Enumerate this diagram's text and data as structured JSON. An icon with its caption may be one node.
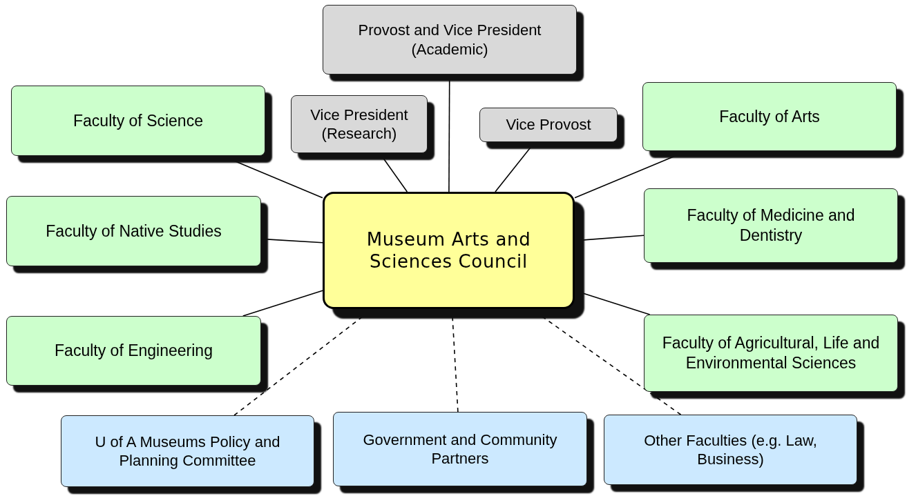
{
  "diagram": {
    "nodes": [
      {
        "text": [
          "Provost and Vice President (Academic)"
        ]
      },
      {
        "text": [
          "Faculty of Science"
        ]
      },
      {
        "text": [
          "Vice President (Research)"
        ]
      },
      {
        "text": [
          "Vice Provost"
        ]
      },
      {
        "text": [
          "Faculty of Arts"
        ]
      },
      {
        "text": [
          "Faculty of Native Studies"
        ]
      },
      {
        "text": [
          "Museum Arts and Sciences Council"
        ]
      },
      {
        "text": [
          "Faculty of Medicine and Dentistry"
        ]
      },
      {
        "text": [
          "Faculty of Engineering"
        ]
      },
      {
        "text": [
          "Faculty of Agricultural, Life and Environmental Sciences"
        ]
      },
      {
        "text": [
          "U of A Museums Policy and Planning Committee"
        ]
      },
      {
        "text": [
          "Government and Community Partners"
        ]
      },
      {
        "text": [
          "Other Faculties (e.g. Law, Business)"
        ]
      }
    ],
    "edges": [
      {
        "from": 0,
        "to": 6,
        "arrow": "none"
      },
      {
        "from": 1,
        "to": 6,
        "arrow": "none"
      },
      {
        "from": 2,
        "to": 6,
        "arrow": "none"
      },
      {
        "from": 3,
        "to": 6,
        "arrow": "none"
      },
      {
        "from": 4,
        "to": 6,
        "arrow": "none"
      },
      {
        "from": 5,
        "to": 6,
        "arrow": "none"
      },
      {
        "from": 7,
        "to": 6,
        "arrow": "none"
      },
      {
        "from": 8,
        "to": 6,
        "arrow": "none"
      },
      {
        "from": 9,
        "to": 6,
        "arrow": "none"
      },
      {
        "from": 10,
        "to": 6,
        "arrow": "none",
        "style": "dashed"
      },
      {
        "from": 11,
        "to": 6,
        "arrow": "none",
        "style": "dashed"
      },
      {
        "from": 12,
        "to": 6,
        "arrow": "none",
        "style": "dashed"
      }
    ]
  }
}
